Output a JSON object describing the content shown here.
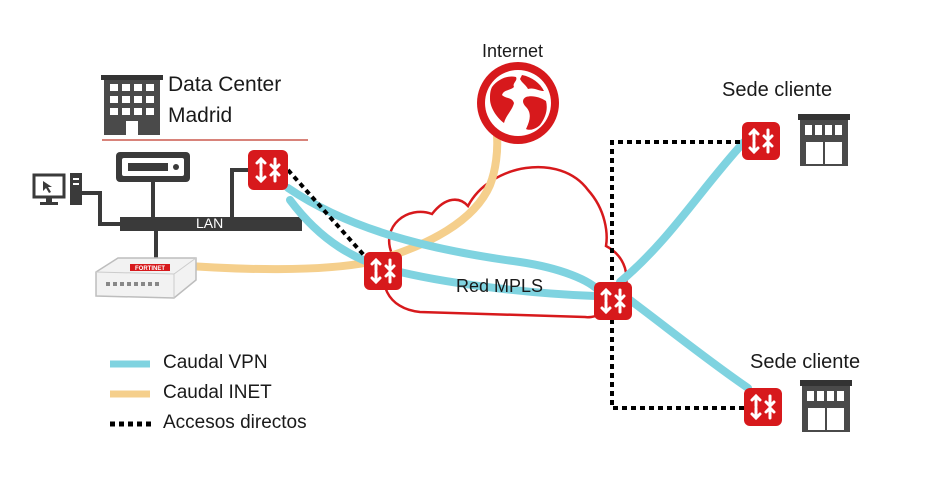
{
  "labels": {
    "data_center_line1": "Data Center",
    "data_center_line2": "Madrid",
    "internet": "Internet",
    "lan": "LAN",
    "mpls": "Red MPLS",
    "branch_top": "Sede cliente",
    "branch_bottom": "Sede cliente",
    "firewall_brand": "FORTINET"
  },
  "legend": {
    "vpn": "Caudal VPN",
    "inet": "Caudal INET",
    "direct": "Accesos directos"
  },
  "colors": {
    "vpn": "#7fd3e0",
    "inet": "#f5cf8c",
    "direct": "#000000",
    "accent_red": "#d7191c",
    "device_dark": "#3a3a3a"
  },
  "icons": {
    "router": "router-arrows-icon",
    "building": "building-icon",
    "globe": "globe-icon",
    "computer": "computer-icon",
    "server": "server-icon",
    "firewall": "firewall-appliance-icon",
    "cloud": "cloud-icon"
  }
}
